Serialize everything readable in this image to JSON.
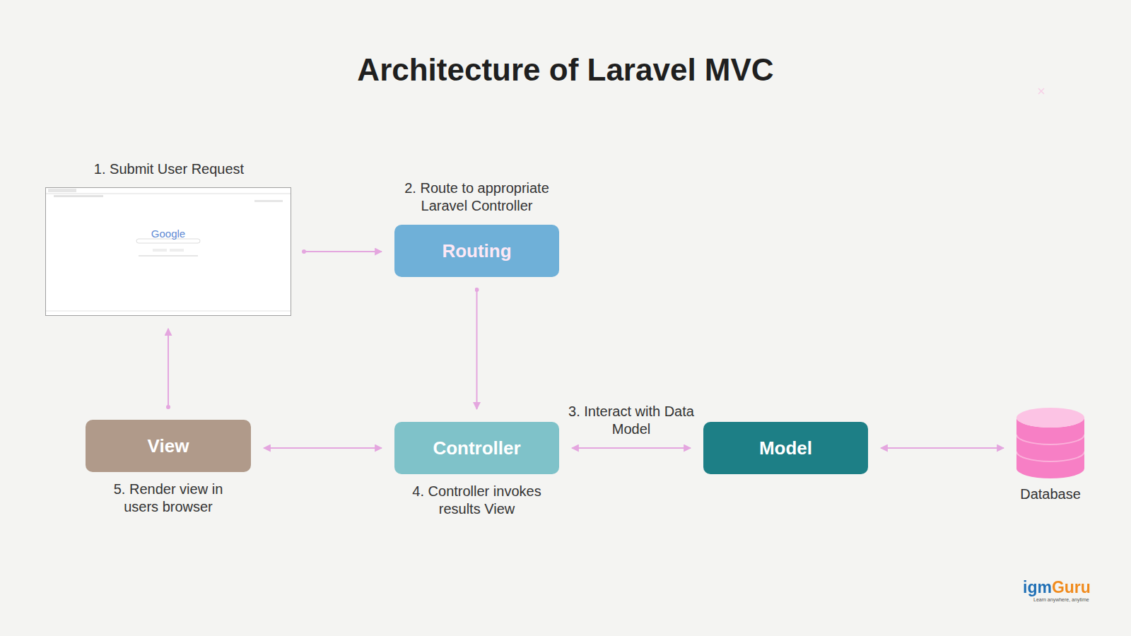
{
  "diagram": {
    "title": "Architecture of Laravel MVC",
    "nodes": [
      {
        "text": [
          "1. Submit User Request",
          "Google"
        ]
      },
      {
        "text": [
          "2. Route to appropriate Laravel Controller",
          "Routing"
        ]
      },
      {
        "text": [
          "View",
          "5. Render view in users browser"
        ]
      },
      {
        "text": [
          "Controller",
          "4. Controller invokes results View"
        ]
      },
      {
        "text": [
          "Model"
        ]
      },
      {
        "text": [
          "Database"
        ]
      }
    ],
    "edges": [
      {
        "from": 0,
        "to": 1,
        "arrow": "to"
      },
      {
        "from": 1,
        "to": 3,
        "arrow": "to"
      },
      {
        "from": 3,
        "to": 4,
        "arrow": "both",
        "label": "3. Interact with Data Model"
      },
      {
        "from": 3,
        "to": 2,
        "arrow": "both"
      },
      {
        "from": 4,
        "to": 5,
        "arrow": "both"
      },
      {
        "from": 2,
        "to": 0,
        "arrow": "to"
      }
    ],
    "labels": [
      "igmGuru",
      "Learn anywhere, anytime"
    ]
  }
}
